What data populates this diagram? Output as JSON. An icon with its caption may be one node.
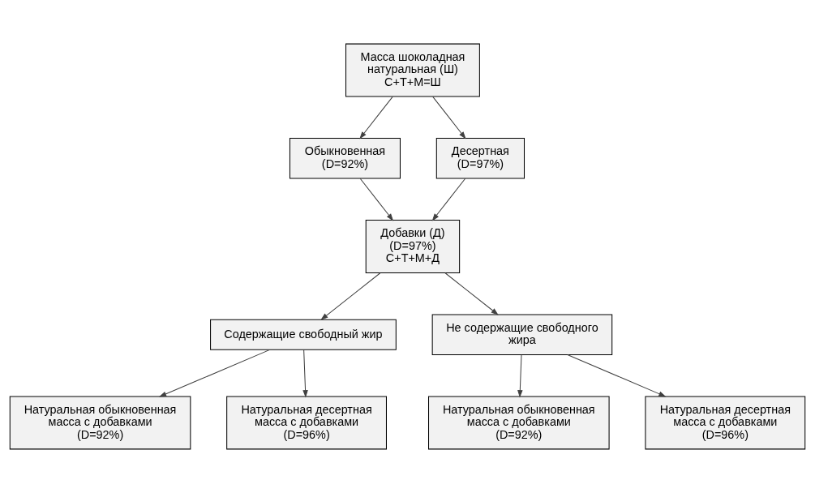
{
  "diagram": {
    "nodes": [
      {
        "text": [
          "Масса шоколадная натуральная (Ш)",
          "С+Т+М=Ш"
        ]
      },
      {
        "text": [
          "Обыкновенная",
          "(D=92%)"
        ]
      },
      {
        "text": [
          "Десертная",
          "(D=97%)"
        ]
      },
      {
        "text": [
          "Добавки (Д)",
          "(D=97%)",
          "С+Т+М+Д"
        ]
      },
      {
        "text": [
          "Содержащие свободный жир"
        ]
      },
      {
        "text": [
          "Не содержащие свободного жира"
        ]
      },
      {
        "text": [
          "Натуральная обыкновенная масса с добавками (D=92%)"
        ]
      },
      {
        "text": [
          "Натуральная десертная масса с добавками (D=96%)"
        ]
      },
      {
        "text": [
          "Натуральная обыкновенная масса с добавками (D=92%)"
        ]
      },
      {
        "text": [
          "Натуральная десертная масса с добавками (D=96%)"
        ]
      }
    ],
    "edges": [
      {
        "from": 0,
        "to": 1,
        "arrow": "to"
      },
      {
        "from": 0,
        "to": 2,
        "arrow": "to"
      },
      {
        "from": 1,
        "to": 3,
        "arrow": "to"
      },
      {
        "from": 2,
        "to": 3,
        "arrow": "to"
      },
      {
        "from": 3,
        "to": 4,
        "arrow": "to"
      },
      {
        "from": 3,
        "to": 5,
        "arrow": "to"
      },
      {
        "from": 4,
        "to": 6,
        "arrow": "to"
      },
      {
        "from": 4,
        "to": 7,
        "arrow": "to"
      },
      {
        "from": 5,
        "to": 8,
        "arrow": "to"
      },
      {
        "from": 5,
        "to": 9,
        "arrow": "to"
      }
    ]
  }
}
